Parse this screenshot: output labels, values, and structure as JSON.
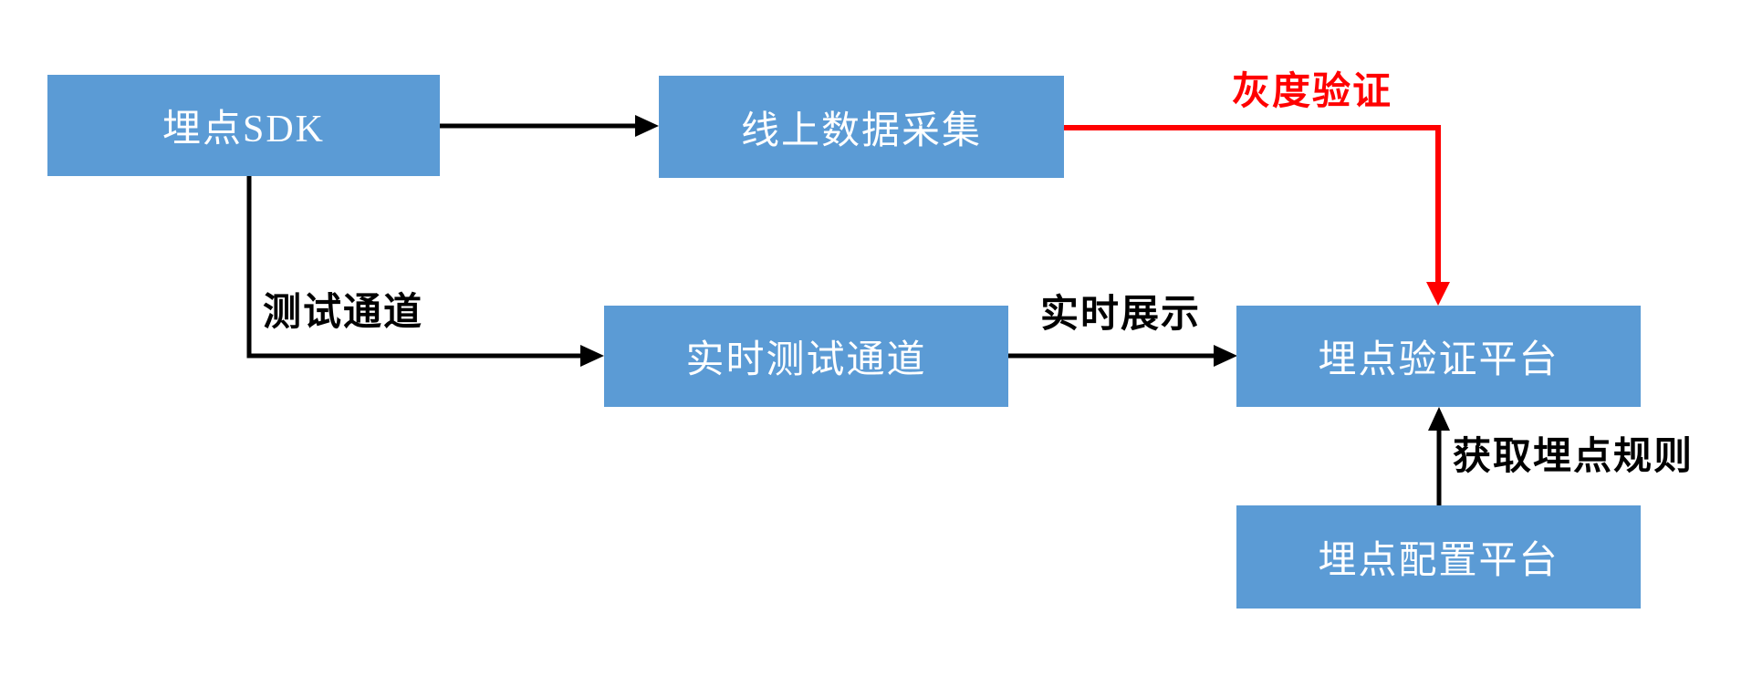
{
  "colors": {
    "node_fill": "#5B9BD5",
    "node_text": "#FFFFFF",
    "edge_black": "#000000",
    "edge_red": "#FF0000",
    "background": "#FFFFFF"
  },
  "diagram": {
    "nodes": [
      {
        "id": "tracking-sdk",
        "label": "埋点SDK"
      },
      {
        "id": "online-data-collect",
        "label": "线上数据采集"
      },
      {
        "id": "realtime-test-channel",
        "label": "实时测试通道"
      },
      {
        "id": "tracking-verify-platform",
        "label": "埋点验证平台"
      },
      {
        "id": "tracking-config-platform",
        "label": "埋点配置平台"
      }
    ],
    "edges": [
      {
        "from": "埋点SDK",
        "to": "线上数据采集",
        "label": "",
        "color": "#000000"
      },
      {
        "from": "埋点SDK",
        "to": "实时测试通道",
        "label": "测试通道",
        "color": "#000000"
      },
      {
        "from": "实时测试通道",
        "to": "埋点验证平台",
        "label": "实时展示",
        "color": "#000000"
      },
      {
        "from": "线上数据采集",
        "to": "埋点验证平台",
        "label": "灰度验证",
        "color": "#FF0000"
      },
      {
        "from": "埋点配置平台",
        "to": "埋点验证平台",
        "label": "获取埋点规则",
        "color": "#000000"
      }
    ]
  }
}
